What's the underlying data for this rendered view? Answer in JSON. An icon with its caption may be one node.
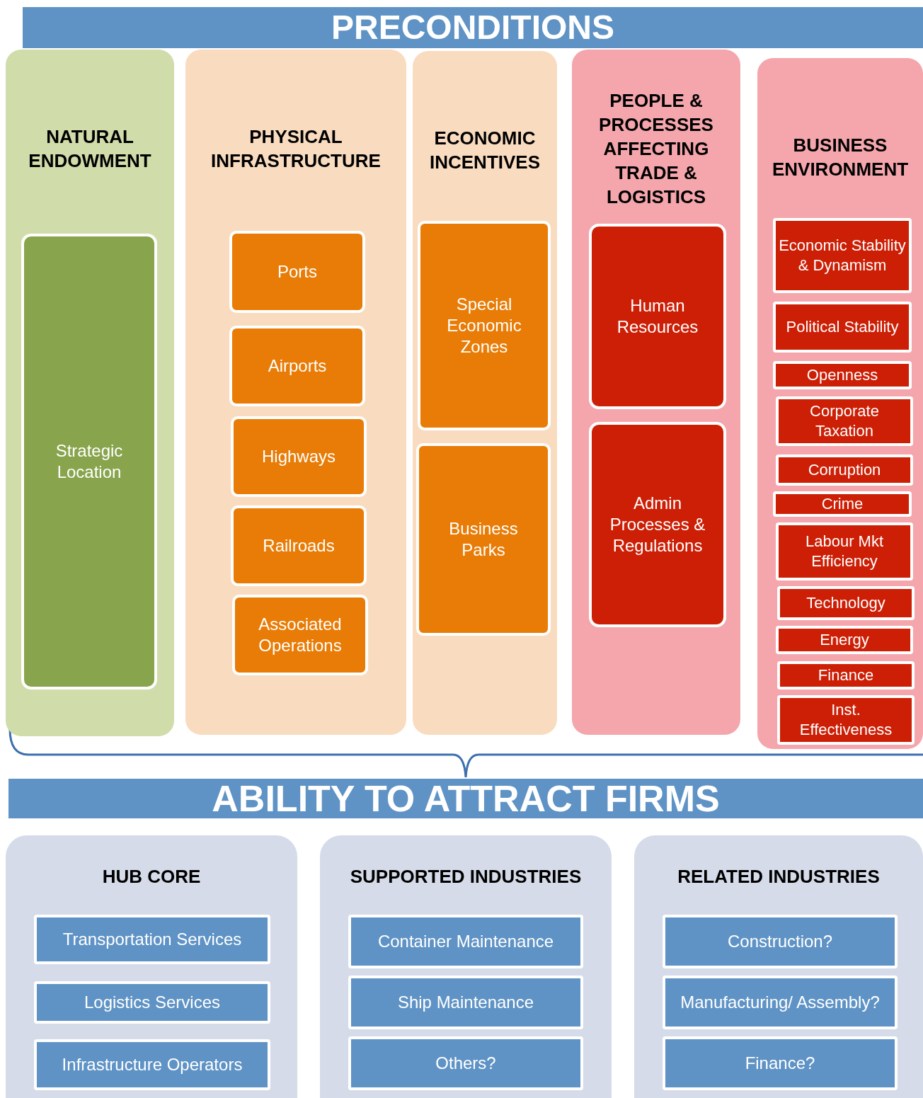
{
  "diagram": {
    "nodes": [
      {
        "text": [
          "PRECONDITIONS"
        ]
      },
      {
        "text": [
          "NATURAL ENDOWMENT"
        ]
      },
      {
        "text": [
          "Strategic Location"
        ],
        "in": 1
      },
      {
        "text": [
          "PHYSICAL INFRASTRUCTURE"
        ]
      },
      {
        "text": [
          "Ports"
        ],
        "in": 3
      },
      {
        "text": [
          "Airports"
        ],
        "in": 3
      },
      {
        "text": [
          "Highways"
        ],
        "in": 3
      },
      {
        "text": [
          "Railroads"
        ],
        "in": 3
      },
      {
        "text": [
          "Associated Operations"
        ],
        "in": 3
      },
      {
        "text": [
          "ECONOMIC INCENTIVES"
        ]
      },
      {
        "text": [
          "Special Economic Zones"
        ],
        "in": 9
      },
      {
        "text": [
          "Business Parks"
        ],
        "in": 9
      },
      {
        "text": [
          "PEOPLE & PROCESSES AFFECTING TRADE & LOGISTICS"
        ]
      },
      {
        "text": [
          "Human Resources"
        ],
        "in": 12
      },
      {
        "text": [
          "Admin Processes & Regulations"
        ],
        "in": 12
      },
      {
        "text": [
          "BUSINESS ENVIRONMENT"
        ]
      },
      {
        "text": [
          "Economic Stability & Dynamism"
        ],
        "in": 15
      },
      {
        "text": [
          "Political Stability"
        ],
        "in": 15
      },
      {
        "text": [
          "Openness"
        ],
        "in": 15
      },
      {
        "text": [
          "Corporate Taxation"
        ],
        "in": 15
      },
      {
        "text": [
          "Corruption"
        ],
        "in": 15
      },
      {
        "text": [
          "Crime"
        ],
        "in": 15
      },
      {
        "text": [
          "Labour Mkt Efficiency"
        ],
        "in": 15
      },
      {
        "text": [
          "Technology"
        ],
        "in": 15
      },
      {
        "text": [
          "Energy"
        ],
        "in": 15
      },
      {
        "text": [
          "Finance"
        ],
        "in": 15
      },
      {
        "text": [
          "Inst. Effectiveness"
        ],
        "in": 15
      },
      {
        "text": [
          "ABILITY TO ATTRACT FIRMS"
        ]
      },
      {
        "text": [
          "HUB CORE"
        ]
      },
      {
        "text": [
          "Transportation Services"
        ],
        "in": 28
      },
      {
        "text": [
          "Logistics Services"
        ],
        "in": 28
      },
      {
        "text": [
          "Infrastructure Operators"
        ],
        "in": 28
      },
      {
        "text": [
          "SUPPORTED INDUSTRIES"
        ]
      },
      {
        "text": [
          "Container Maintenance"
        ],
        "in": 32
      },
      {
        "text": [
          "Ship Maintenance"
        ],
        "in": 32
      },
      {
        "text": [
          "Others?"
        ],
        "in": 32
      },
      {
        "text": [
          "RELATED INDUSTRIES"
        ]
      },
      {
        "text": [
          "Construction?"
        ],
        "in": 36
      },
      {
        "text": [
          "Manufacturing/ Assembly?"
        ],
        "in": 36
      },
      {
        "text": [
          "Finance?"
        ],
        "in": 36
      }
    ]
  }
}
